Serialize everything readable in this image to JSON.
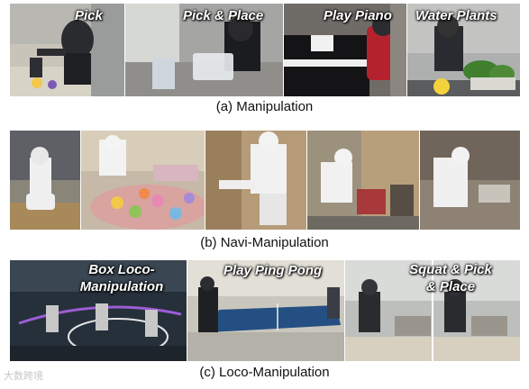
{
  "sections": {
    "manipulation": {
      "caption": "(a) Manipulation",
      "panels": [
        {
          "label": "Pick"
        },
        {
          "label": "Pick & Place"
        },
        {
          "label": "Play Piano"
        },
        {
          "label": "Water Plants"
        }
      ]
    },
    "navi_manipulation": {
      "caption": "(b) Navi-Manipulation"
    },
    "loco_manipulation": {
      "caption": "(c) Loco-Manipulation",
      "panels": [
        {
          "label_line1": "Box Loco-",
          "label_line2": "Manipulation"
        },
        {
          "label": "Play Ping Pong"
        },
        {
          "label_line1": "Squat & Pick",
          "label_line2": "& Place"
        }
      ]
    }
  },
  "watermark": "大数跨境"
}
